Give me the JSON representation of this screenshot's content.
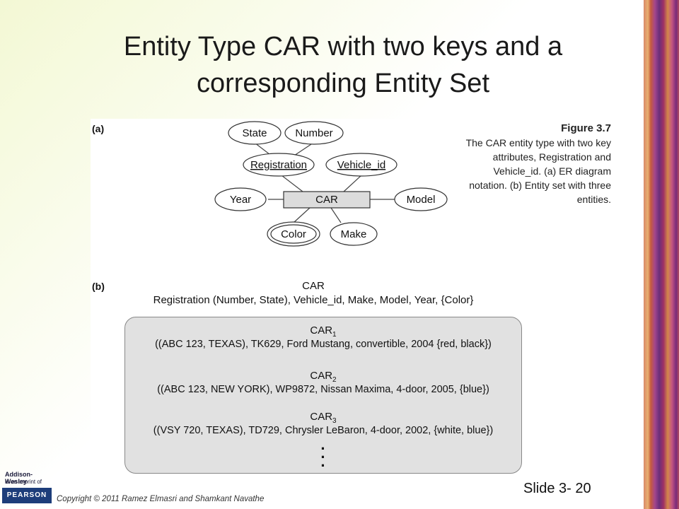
{
  "slide": {
    "title": "Entity Type CAR with two keys and a corresponding Entity Set",
    "slide_number": "Slide 3- 20",
    "copyright": "Copyright © 2011 Ramez Elmasri and Shamkant Navathe"
  },
  "logo": {
    "line1": "Addison-Wesley",
    "line2": "is an imprint of",
    "brand": "PEARSON"
  },
  "figure": {
    "label_a": "(a)",
    "label_b": "(b)",
    "caption_title": "Figure 3.7",
    "caption_body": "The CAR entity type with two key attributes, Registration and Vehicle_id. (a) ER diagram notation. (b) Entity set with three entities.",
    "er": {
      "entity": "CAR",
      "attributes": {
        "state": "State",
        "number": "Number",
        "registration": "Registration",
        "vehicle_id": "Vehicle_id",
        "year": "Year",
        "model": "Model",
        "color": "Color",
        "make": "Make"
      }
    },
    "entity_set": {
      "name": "CAR",
      "schema": "Registration (Number, State), Vehicle_id, Make, Model, Year, {Color}",
      "entities": [
        {
          "name": "CAR",
          "sub": "1",
          "value": "((ABC 123, TEXAS), TK629, Ford Mustang, convertible, 2004 {red, black})"
        },
        {
          "name": "CAR",
          "sub": "2",
          "value": "((ABC 123, NEW YORK), WP9872, Nissan Maxima, 4-door, 2005, {blue})"
        },
        {
          "name": "CAR",
          "sub": "3",
          "value": "((VSY 720, TEXAS), TD729, Chrysler LeBaron, 4-door, 2002, {white, blue})"
        }
      ]
    }
  }
}
